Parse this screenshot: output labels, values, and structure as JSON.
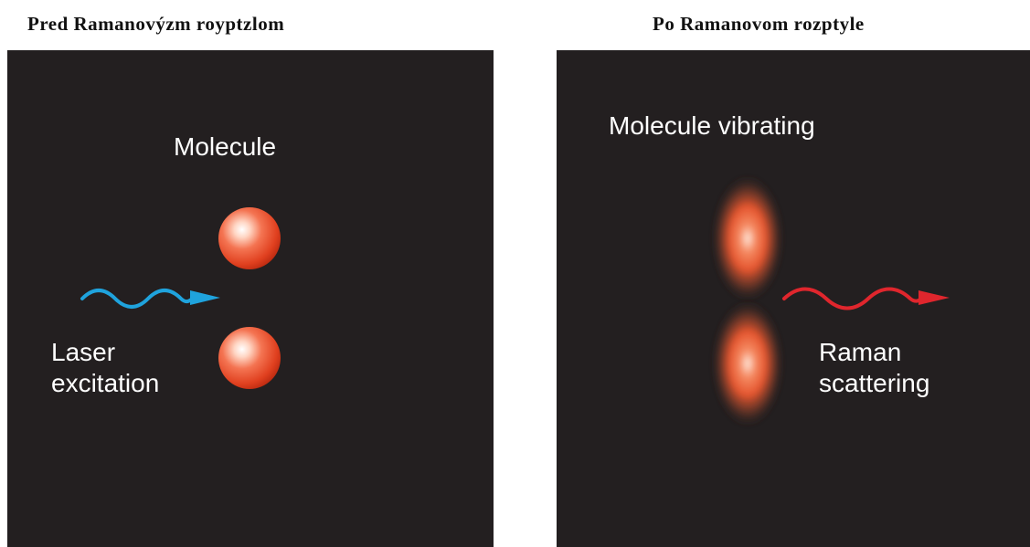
{
  "left_panel": {
    "title": "Pred Ramanovýzm royptzlom",
    "molecule_label": "Molecule",
    "excitation_label_line1": "Laser",
    "excitation_label_line2": "excitation",
    "arrow_color": "#1fa3dd",
    "atom_color": "#e8482a"
  },
  "right_panel": {
    "title": "Po Ramanovom rozptyle",
    "molecule_label": "Molecule vibrating",
    "scattering_label_line1": "Raman",
    "scattering_label_line2": "scattering",
    "arrow_color": "#e0262d",
    "atom_color": "#e8482a"
  },
  "background_color": "#231f20"
}
